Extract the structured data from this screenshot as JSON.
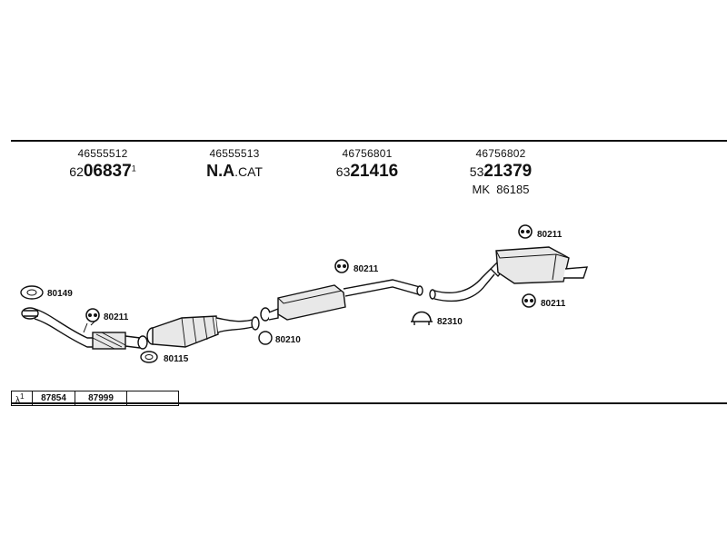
{
  "parts": [
    {
      "oe": "46555512",
      "ref_prefix": "62",
      "ref_bold": "06837",
      "ref_sup": "1"
    },
    {
      "oe": "46555513",
      "ref_bold": "N.A",
      "ref_suffix": ".CAT"
    },
    {
      "oe": "46756801",
      "ref_prefix": "63",
      "ref_bold": "21416"
    },
    {
      "oe": "46756802",
      "ref_prefix": "53",
      "ref_bold": "21379",
      "mk_label": "MK",
      "mk_value": "86185"
    }
  ],
  "labels": {
    "gasket_front": "80149",
    "hanger_front": "80211",
    "gasket_cat": "80115",
    "gasket_mid": "80210",
    "hanger_middle": "80211",
    "clamp": "82310",
    "hanger_rear_top": "80211",
    "hanger_rear_bottom": "80211"
  },
  "ref_table": {
    "symbol": "λ",
    "sup": "1",
    "values": [
      "87854",
      "87999",
      ""
    ]
  },
  "colors": {
    "ink": "#111111",
    "fill_part": "#e8e8e8",
    "fill_dark": "#888888"
  }
}
